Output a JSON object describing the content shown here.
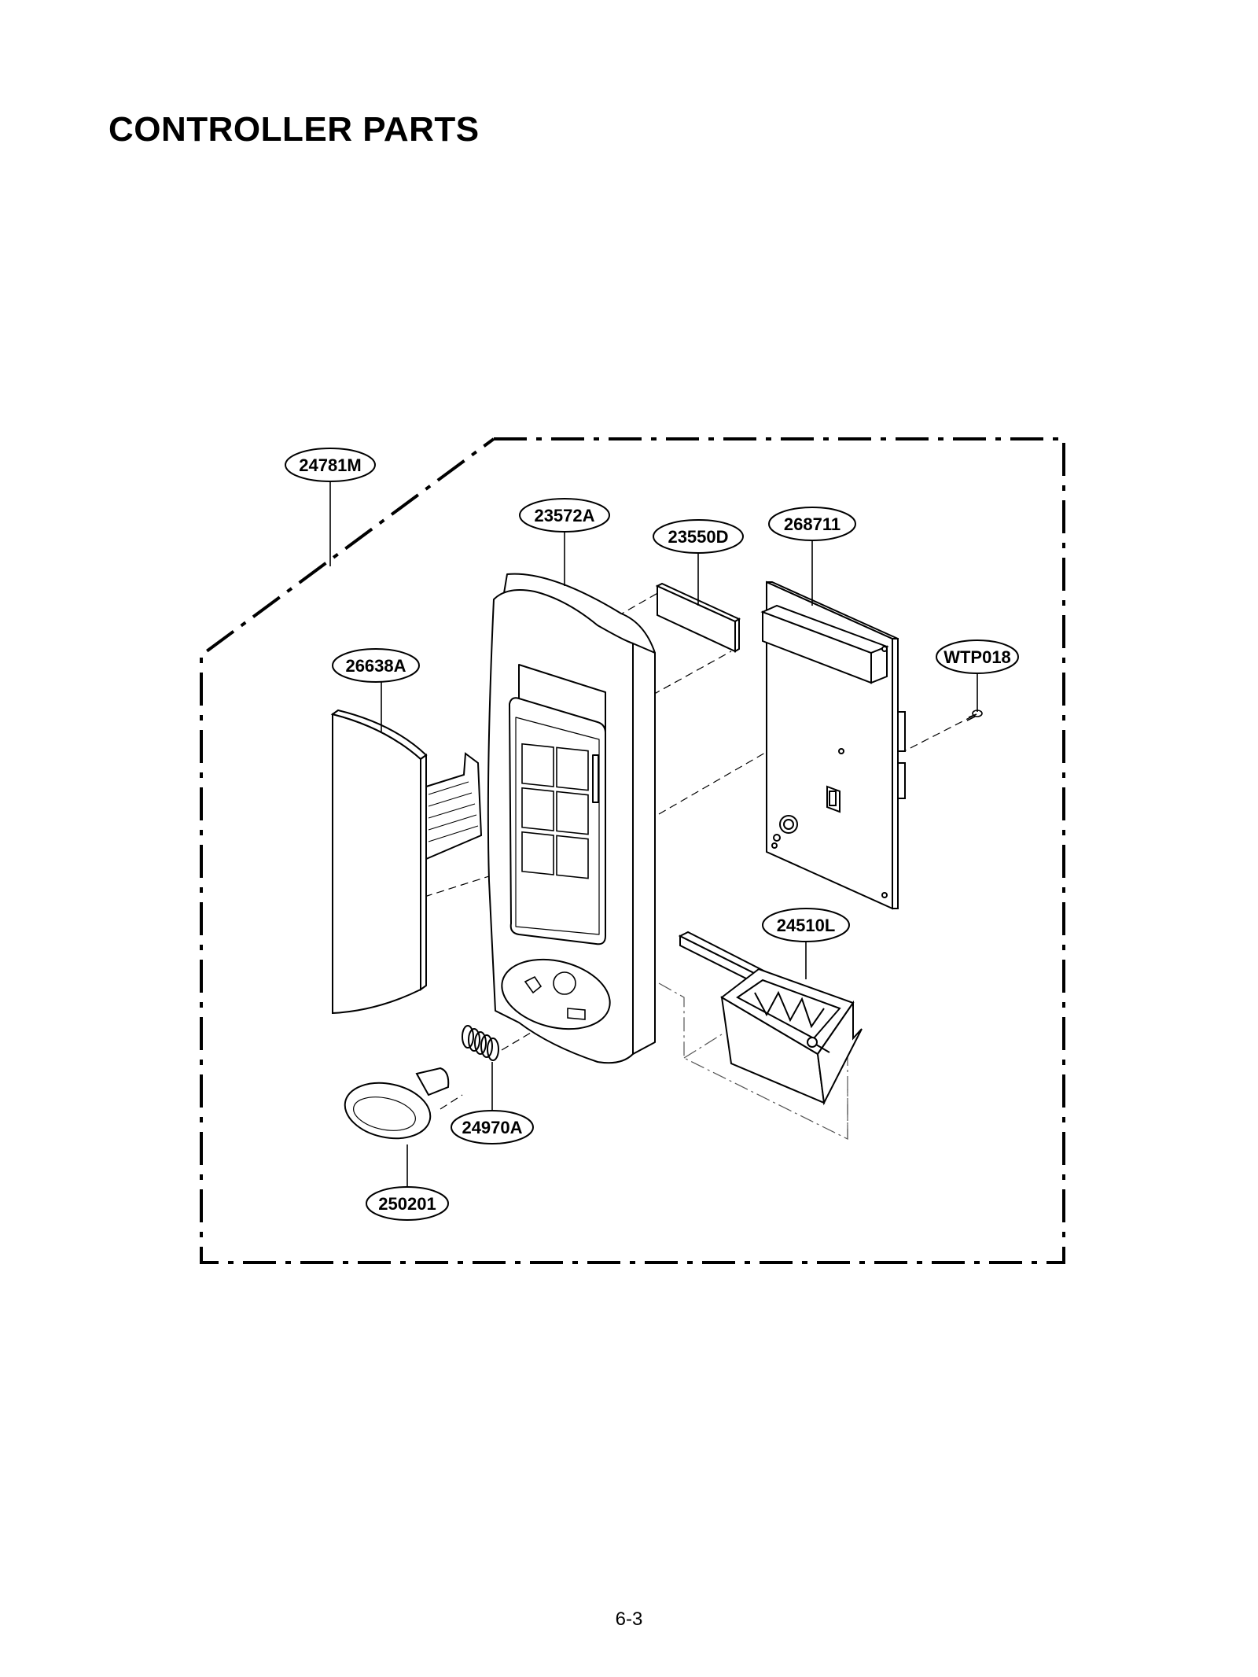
{
  "page": {
    "title": "CONTROLLER PARTS",
    "page_number": "6-3"
  },
  "diagram": {
    "part_labels": {
      "assembly": "24781M",
      "control_panel": "23572A",
      "display_window": "23550D",
      "pcb": "268711",
      "screw": "WTP018",
      "membrane": "26638A",
      "latch_lever": "24510L",
      "spring": "24970A",
      "button": "250201"
    }
  }
}
